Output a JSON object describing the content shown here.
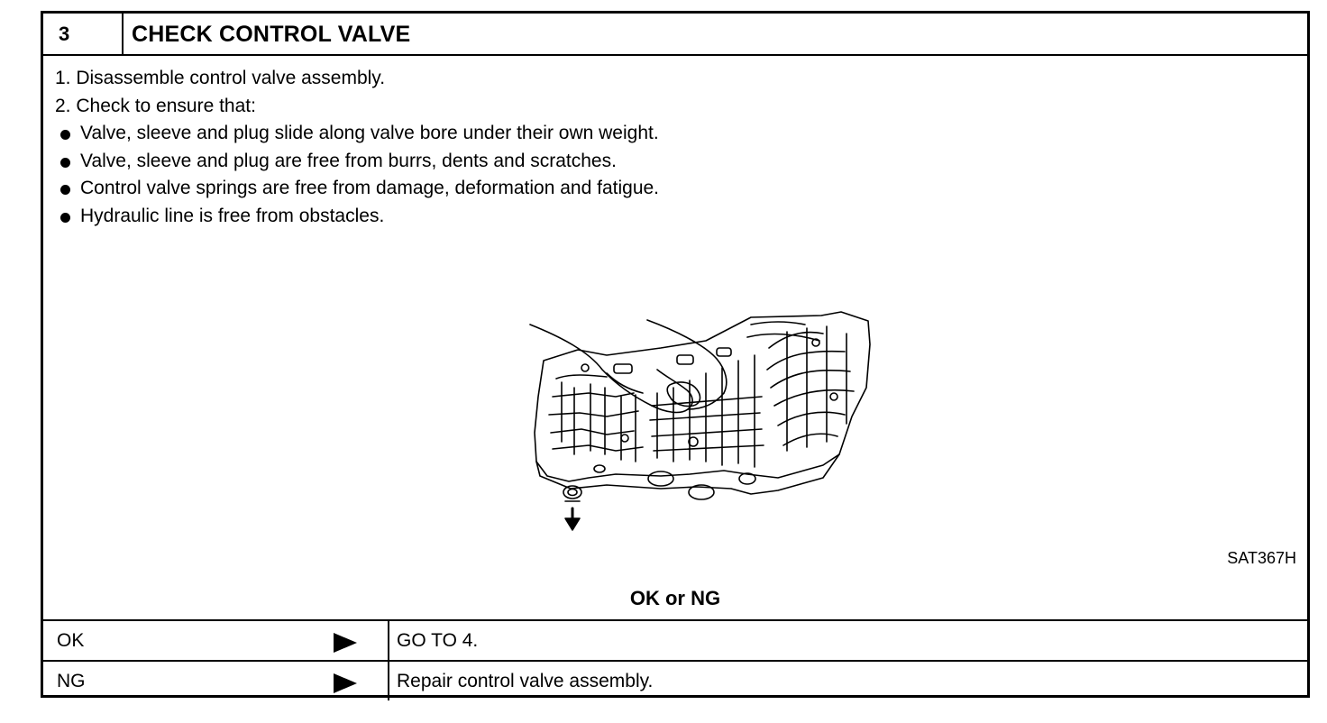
{
  "header": {
    "step_number": "3",
    "title": "CHECK CONTROL VALVE"
  },
  "instructions": {
    "steps": [
      "1.  Disassemble control valve assembly.",
      "2.  Check to ensure that:"
    ],
    "bullets": [
      "Valve, sleeve and plug slide along valve bore under their own weight.",
      "Valve, sleeve and plug are free from burrs, dents and scratches.",
      "Control valve springs are free from damage, deformation and fatigue.",
      "Hydraulic line is free from obstacles."
    ]
  },
  "figure": {
    "code": "SAT367H",
    "icon": "control-valve-illustration"
  },
  "verdict": "OK or NG",
  "results": [
    {
      "condition": "OK",
      "action": "GO TO 4."
    },
    {
      "condition": "NG",
      "action": "Repair control valve assembly."
    }
  ]
}
